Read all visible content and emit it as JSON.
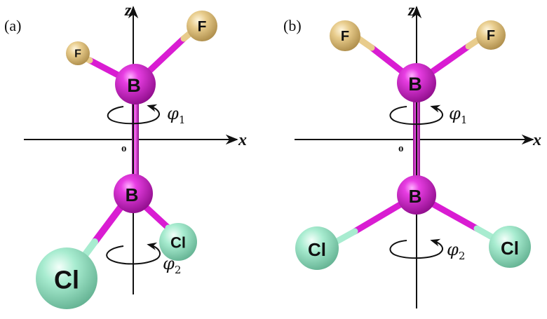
{
  "colors": {
    "boron": "#d61fd0",
    "fluorine": "#e8cc8c",
    "chlorine": "#a8ecd0",
    "bond": "#d91cd2",
    "axis": "#111111"
  },
  "panels": [
    {
      "label": "(a)",
      "axes": {
        "z": "z",
        "x": "x",
        "origin": "o"
      },
      "atoms": {
        "boron_top": "B",
        "boron_bottom": "B",
        "fluorine_left": "F",
        "fluorine_right": "F",
        "chlorine_left": "Cl",
        "chlorine_right": "Cl"
      },
      "rotations": {
        "top": {
          "symbol": "φ",
          "subscript": "1"
        },
        "bottom": {
          "symbol": "φ",
          "subscript": "2"
        }
      }
    },
    {
      "label": "(b)",
      "axes": {
        "z": "z",
        "x": "x",
        "origin": "o"
      },
      "atoms": {
        "boron_top": "B",
        "boron_bottom": "B",
        "fluorine_left": "F",
        "fluorine_right": "F",
        "chlorine_left": "Cl",
        "chlorine_right": "Cl"
      },
      "rotations": {
        "top": {
          "symbol": "φ",
          "subscript": "1"
        },
        "bottom": {
          "symbol": "φ",
          "subscript": "2"
        }
      }
    }
  ]
}
